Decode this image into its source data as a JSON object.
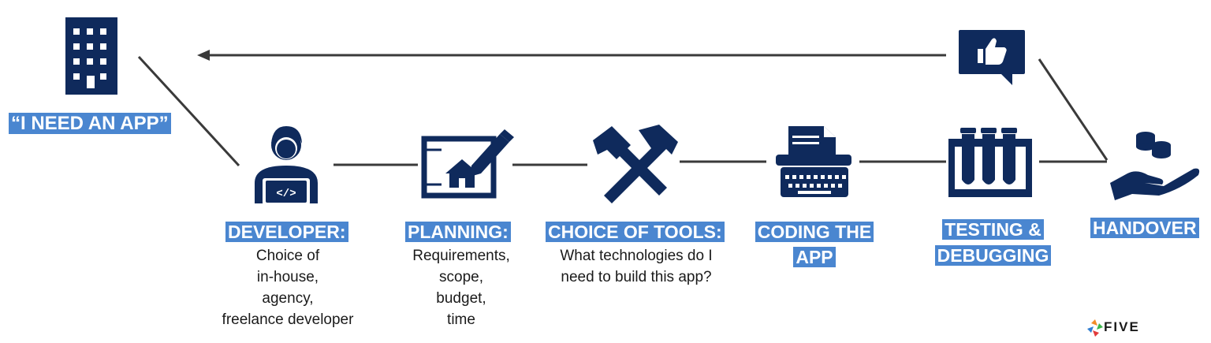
{
  "start": {
    "label": "“I NEED AN APP”",
    "icon": "building-icon"
  },
  "steps": [
    {
      "label": "DEVELOPER:",
      "icon": "developer-laptop-icon",
      "description": [
        "Choice of",
        "in-house,",
        "agency,",
        "freelance developer"
      ]
    },
    {
      "label": "PLANNING:",
      "icon": "blueprint-pencil-icon",
      "description": [
        "Requirements,",
        "scope,",
        "budget,",
        "time"
      ]
    },
    {
      "label": "CHOICE OF TOOLS:",
      "icon": "hammers-icon",
      "description": [
        "What technologies do I",
        "need to build this app?"
      ]
    },
    {
      "label_lines": [
        "CODING THE",
        "APP"
      ],
      "icon": "typewriter-icon"
    },
    {
      "label_lines": [
        "TESTING &",
        "DEBUGGING"
      ],
      "icon": "test-tubes-icon"
    },
    {
      "label": "HANDOVER",
      "icon": "hand-coins-icon"
    }
  ],
  "feedback_icon": "thumbs-up-speech-icon",
  "brand": {
    "name": "FIVE",
    "icon": "five-logo-icon"
  },
  "colors": {
    "navy": "#0f2a5c",
    "label_bg": "#4a86d0",
    "line": "#3a3a3a"
  }
}
